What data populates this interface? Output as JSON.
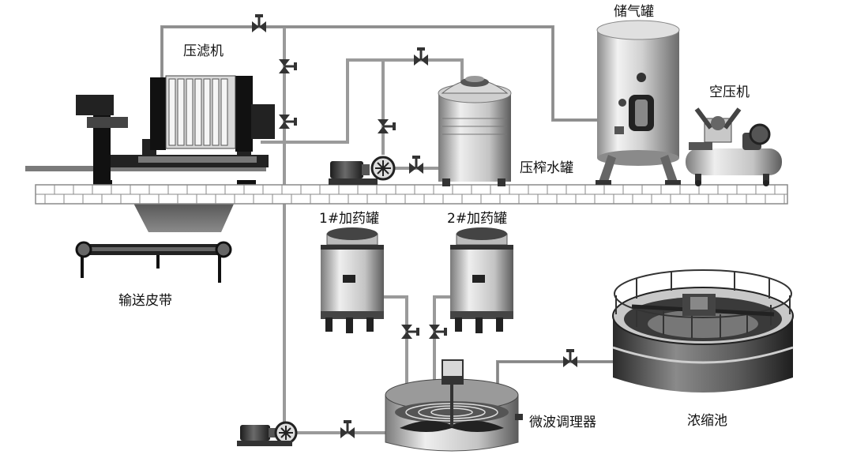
{
  "labels": {
    "filter_press": "压滤机",
    "gas_tank": "储气罐",
    "air_compressor": "空压机",
    "press_water_tank": "压榨水罐",
    "dosing_tank_1": "1#加药罐",
    "dosing_tank_2": "2#加药罐",
    "conveyor_belt": "输送皮带",
    "thickener": "浓缩池",
    "microwave_conditioner": "微波调理器"
  },
  "colors": {
    "pipe": "#9a9a9a",
    "steel_dark": "#2a2a2a",
    "steel_mid": "#8c8c8c",
    "steel_light": "#e6e6e6",
    "floor_fill": "#ffffff",
    "floor_stroke": "#8a8a8a"
  }
}
